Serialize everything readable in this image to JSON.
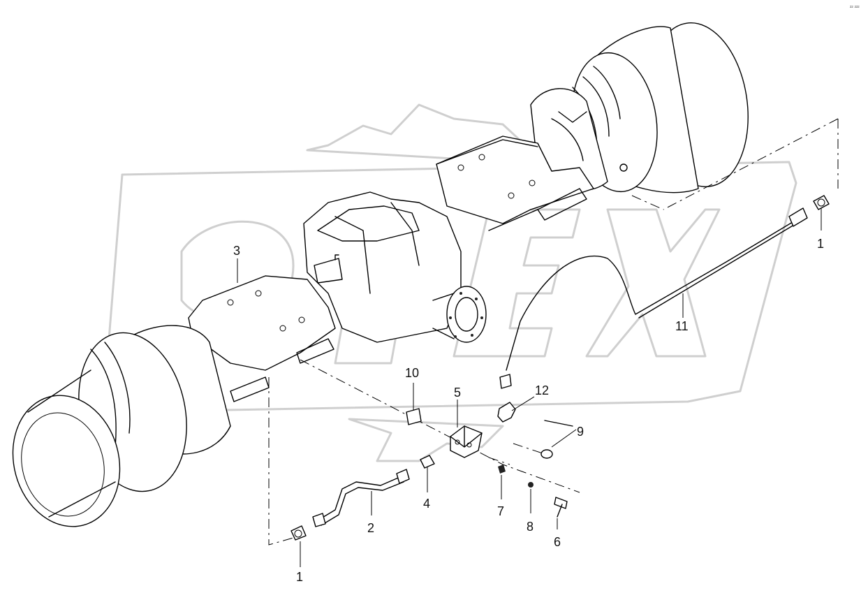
{
  "corner_code": "²² ²²²",
  "watermark_text": "OPEX",
  "callouts": [
    "1",
    "1",
    "2",
    "3",
    "4",
    "5",
    "6",
    "7",
    "8",
    "9",
    "10",
    "11",
    "12"
  ]
}
